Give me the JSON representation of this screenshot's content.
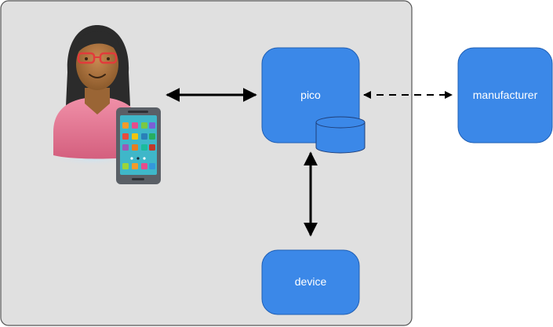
{
  "nodes": {
    "pico": {
      "label": "pico"
    },
    "manufacturer": {
      "label": "manufacturer"
    },
    "device": {
      "label": "device"
    }
  },
  "icons": {
    "person": "person-with-glasses-icon",
    "phone": "smartphone-icon",
    "storage": "database-cylinder-icon"
  },
  "colors": {
    "container_fill": "#e0e0e0",
    "container_stroke": "#555555",
    "node_fill": "#3b88e8",
    "node_stroke": "#1f5fb5",
    "arrow": "#000000"
  }
}
